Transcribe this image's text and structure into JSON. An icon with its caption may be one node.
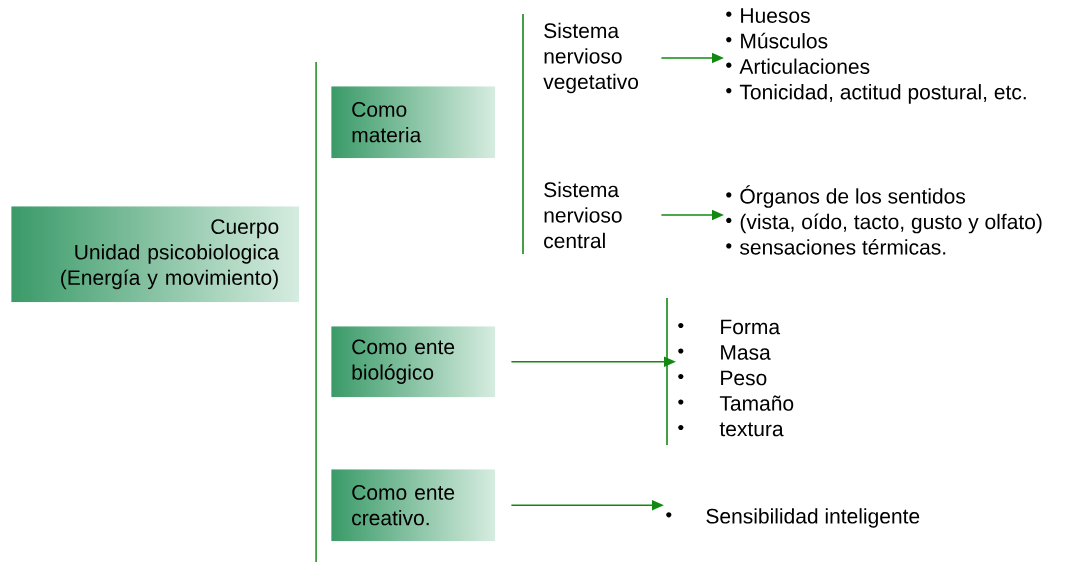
{
  "diagram": {
    "nodes": [
      {
        "text": [
          "Cuerpo",
          "Unidad psicobiologica",
          "(Energía y movimiento)"
        ]
      },
      {
        "text": [
          "Como materia"
        ]
      },
      {
        "text": [
          "Como ente biológico"
        ]
      },
      {
        "text": [
          "Como ente creativo."
        ]
      },
      {
        "text": [
          "Sistema nervioso vegetativo"
        ]
      },
      {
        "text": [
          "Sistema nervioso central"
        ]
      },
      {
        "text": [
          "Huesos",
          "Músculos",
          "Articulaciones",
          "Tonicidad, actitud postural, etc."
        ]
      },
      {
        "text": [
          "Órganos de los sentidos",
          "(vista, oído, tacto, gusto y olfato)",
          "sensaciones térmicas."
        ]
      },
      {
        "text": [
          "Forma",
          "Masa",
          "Peso",
          "Tamaño",
          "textura"
        ]
      },
      {
        "text": [
          "Sensibilidad inteligente"
        ]
      }
    ],
    "edges": [
      {
        "from": 4,
        "to": 6,
        "arrow": "to"
      },
      {
        "from": 5,
        "to": 7,
        "arrow": "to"
      },
      {
        "from": 2,
        "to": 8,
        "arrow": "to"
      },
      {
        "from": 3,
        "to": 9,
        "arrow": "to"
      }
    ]
  }
}
